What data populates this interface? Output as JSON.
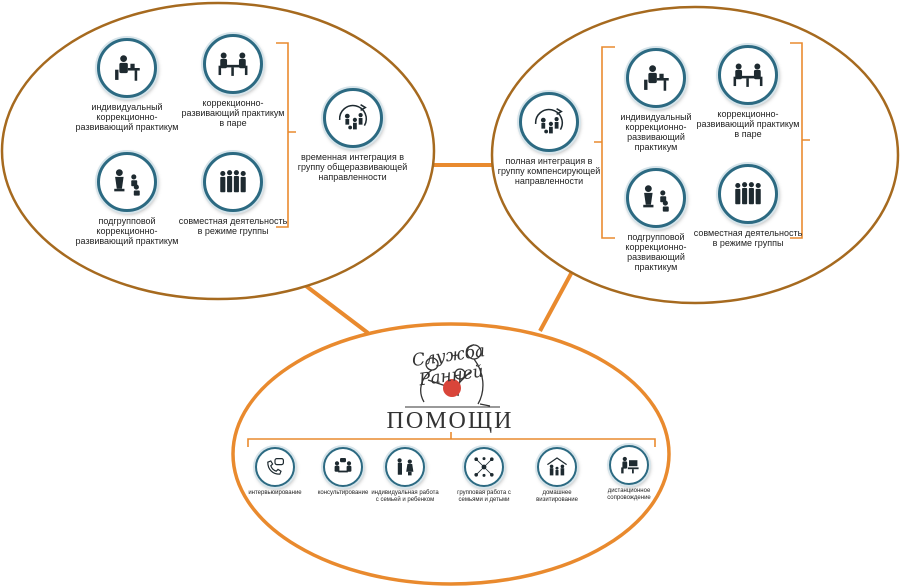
{
  "colors": {
    "accent": "#e98a2e",
    "icon": "#2c6a82",
    "ink": "#1e2a30",
    "ball": "#d9453a"
  },
  "left_group": {
    "center": {
      "icon": "integration-icon",
      "label": "временная интеграция в группу общеразвивающей направленности"
    },
    "items": [
      {
        "icon": "person-at-desk-icon",
        "label": "индивидуальный коррекционно-развивающий практикум"
      },
      {
        "icon": "two-people-desk-icon",
        "label": "коррекционно-развивающий практикум в паре"
      },
      {
        "icon": "small-group-icon",
        "label": "подгрупповой коррекционно-развивающий практикум"
      },
      {
        "icon": "crowd-icon",
        "label": "совместная деятельность в режиме группы"
      }
    ]
  },
  "right_group": {
    "center": {
      "icon": "integration-icon",
      "label": "полная интеграция в группу компенсирующей направленности"
    },
    "items": [
      {
        "icon": "person-at-desk-icon",
        "label": "индивидуальный коррекционно-развивающий практикум"
      },
      {
        "icon": "two-people-desk-icon",
        "label": "коррекционно-развивающий практикум в паре"
      },
      {
        "icon": "small-group-icon",
        "label": "подгрупповой коррекционно-развивающий практикум"
      },
      {
        "icon": "crowd-icon",
        "label": "совместная деятельность в режиме группы"
      }
    ]
  },
  "service": {
    "logo_top": "Служба Ранней",
    "logo_main": "ПОМОЩИ",
    "items": [
      {
        "icon": "phone-chat-icon",
        "label": "интервьюирование"
      },
      {
        "icon": "consult-icon",
        "label": "консультирование"
      },
      {
        "icon": "family-work-icon",
        "label": "индивидуальная работа с семьей и ребенком"
      },
      {
        "icon": "network-icon",
        "label": "групповая работа с семьями и детьми"
      },
      {
        "icon": "home-visit-icon",
        "label": "домашнее визитирование"
      },
      {
        "icon": "remote-icon",
        "label": "дистанционное сопровождение"
      }
    ]
  }
}
